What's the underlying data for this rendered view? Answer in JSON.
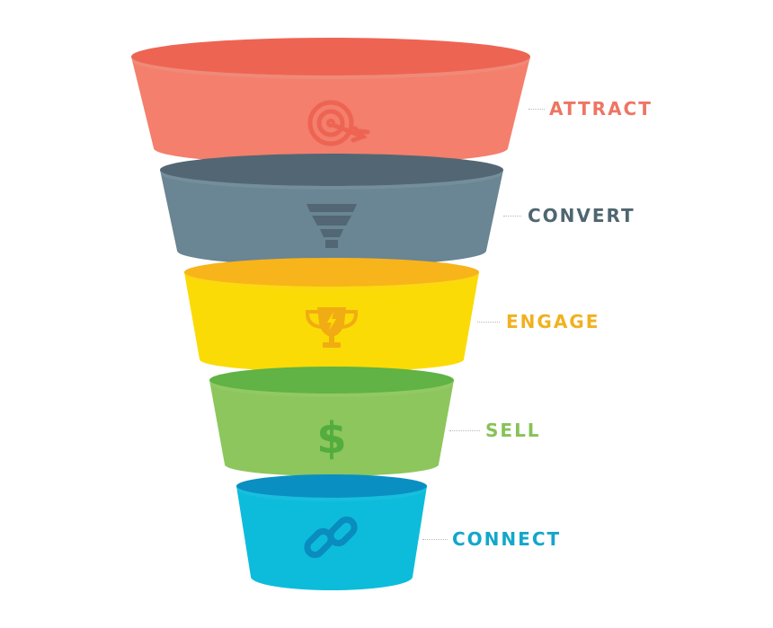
{
  "stages": [
    {
      "label": "ATTRACT",
      "icon": "target-icon",
      "colors": {
        "body": "#f37f6c",
        "top": "#ee6453",
        "rim": "#f08a78",
        "icon": "#ee6453",
        "text": "#ee7563"
      }
    },
    {
      "label": "CONVERT",
      "icon": "funnel-icon",
      "colors": {
        "body": "#6a8593",
        "top": "#526773",
        "rim": "#748e9b",
        "icon": "#526773",
        "text": "#4f6670"
      }
    },
    {
      "label": "ENGAGE",
      "icon": "trophy-icon",
      "colors": {
        "body": "#fbdb05",
        "top": "#f8b41b",
        "rim": "#fbd80f",
        "icon": "#f1ac13",
        "text": "#f1b11f"
      }
    },
    {
      "label": "SELL",
      "icon": "dollar-icon",
      "colors": {
        "body": "#8cc65d",
        "top": "#60b344",
        "rim": "#92c964",
        "icon": "#53ad3e",
        "text": "#86c25a"
      }
    },
    {
      "label": "CONNECT",
      "icon": "link-icon",
      "colors": {
        "body": "#0dbcdb",
        "top": "#0a8fc2",
        "rim": "#17bfdd",
        "icon": "#0a8cbf",
        "text": "#13a7cc"
      }
    }
  ]
}
